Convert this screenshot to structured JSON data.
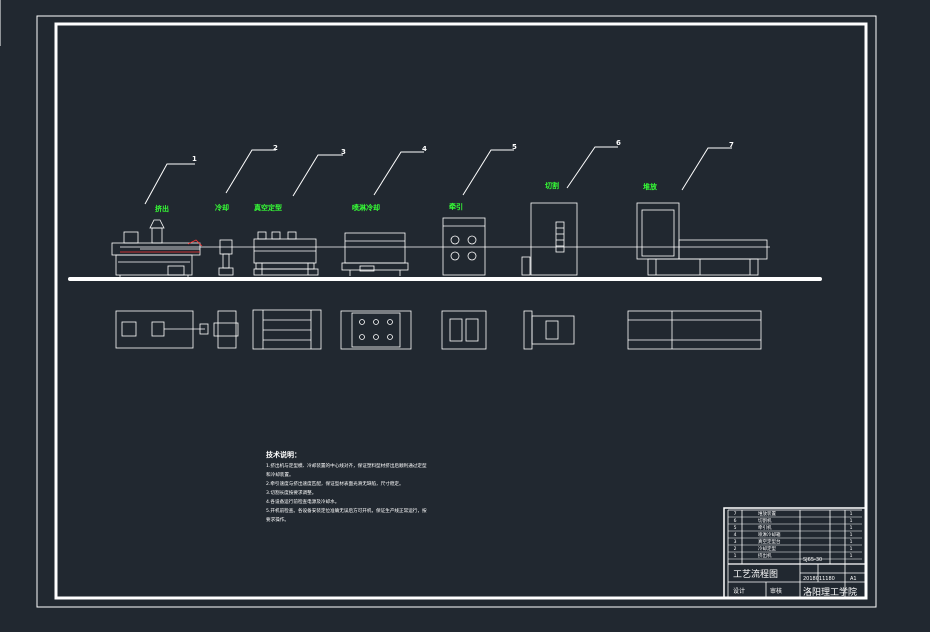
{
  "callouts": [
    {
      "num": "1",
      "label": "挤出"
    },
    {
      "num": "2",
      "label": "冷却"
    },
    {
      "num": "3",
      "label": "真空定型"
    },
    {
      "num": "4",
      "label": "喷淋冷却"
    },
    {
      "num": "5",
      "label": "牵引"
    },
    {
      "num": "6",
      "label": "切割"
    },
    {
      "num": "7",
      "label": "堆放"
    }
  ],
  "tech_notes": {
    "title": "技术说明：",
    "lines": [
      "1.挤出机与定型模、冷却装置的中心线对齐，保证塑料型材挤出后顺利通过定型",
      "  和冷却装置。",
      "2.牵引速度与挤出速度匹配，保证型材表面光滑无缺陷，尺寸稳定。",
      "3.切割长度按要求调整。",
      "4.各设备运行前检查电源及冷却水。",
      "5.开机前检查。各设备安装定位准确无误后方可开机，保证生产线正常运行，按",
      "  要求操作。"
    ]
  },
  "title_block": {
    "parts": [
      {
        "no": "7",
        "name": "堆放装置",
        "qty": "1"
      },
      {
        "no": "6",
        "name": "切割机",
        "qty": "1"
      },
      {
        "no": "5",
        "name": "牵引机",
        "qty": "1"
      },
      {
        "no": "4",
        "name": "喷淋冷却箱",
        "qty": "1"
      },
      {
        "no": "3",
        "name": "真空定型台",
        "qty": "1"
      },
      {
        "no": "2",
        "name": "冷却定型",
        "qty": "1"
      },
      {
        "no": "1",
        "name": "挤出机",
        "qty": "1"
      }
    ],
    "model_code": "SJ65-30",
    "drawing_title": "工艺流程图",
    "drawing_no": "2018011180",
    "sheet_size": "A1",
    "designer_label": "设计",
    "checker_label": "审核",
    "school": "洛阳理工学院"
  }
}
